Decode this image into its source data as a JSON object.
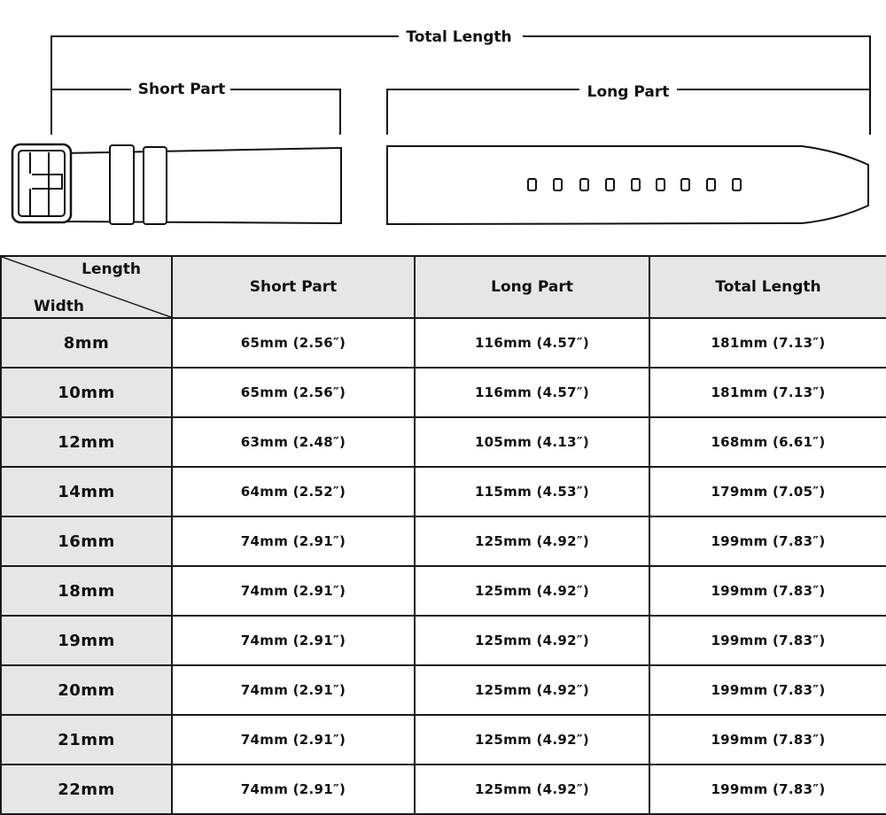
{
  "diagram": {
    "total_label": "Total Length",
    "short_label": "Short Part",
    "long_label": "Long Part"
  },
  "table": {
    "corner_top": "Length",
    "corner_bottom": "Width",
    "headers": [
      "Short Part",
      "Long Part",
      "Total Length"
    ],
    "rows": [
      {
        "width": "8mm",
        "short": "65mm (2.56″)",
        "long": "116mm (4.57″)",
        "total": "181mm (7.13″)"
      },
      {
        "width": "10mm",
        "short": "65mm (2.56″)",
        "long": "116mm (4.57″)",
        "total": "181mm (7.13″)"
      },
      {
        "width": "12mm",
        "short": "63mm (2.48″)",
        "long": "105mm (4.13″)",
        "total": "168mm (6.61″)"
      },
      {
        "width": "14mm",
        "short": "64mm (2.52″)",
        "long": "115mm (4.53″)",
        "total": "179mm (7.05″)"
      },
      {
        "width": "16mm",
        "short": "74mm (2.91″)",
        "long": "125mm (4.92″)",
        "total": "199mm (7.83″)"
      },
      {
        "width": "18mm",
        "short": "74mm (2.91″)",
        "long": "125mm (4.92″)",
        "total": "199mm (7.83″)"
      },
      {
        "width": "19mm",
        "short": "74mm (2.91″)",
        "long": "125mm (4.92″)",
        "total": "199mm (7.83″)"
      },
      {
        "width": "20mm",
        "short": "74mm (2.91″)",
        "long": "125mm (4.92″)",
        "total": "199mm (7.83″)"
      },
      {
        "width": "21mm",
        "short": "74mm (2.91″)",
        "long": "125mm (4.92″)",
        "total": "199mm (7.83″)"
      },
      {
        "width": "22mm",
        "short": "74mm (2.91″)",
        "long": "125mm (4.92″)",
        "total": "199mm (7.83″)"
      }
    ]
  }
}
